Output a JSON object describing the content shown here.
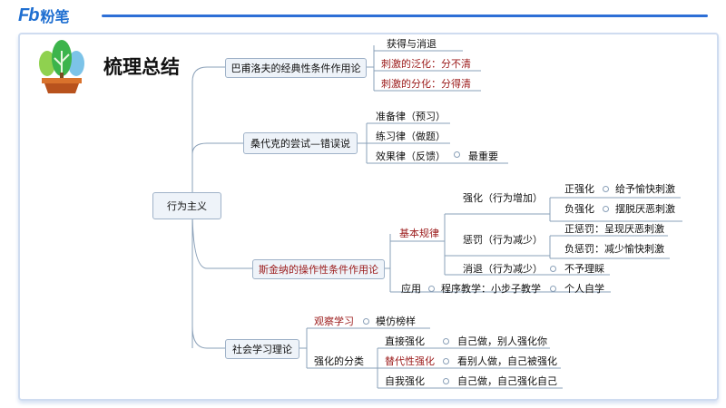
{
  "brand": {
    "logo_text": "Fb",
    "name": "粉笔"
  },
  "title": "梳理总结",
  "root": "行为主义",
  "branches": {
    "pavlov": {
      "label": "巴甫洛夫的经典性条件作用论",
      "items": [
        "获得与消退",
        "刺激的泛化：分不清",
        "刺激的分化：分得清"
      ]
    },
    "thorndike": {
      "label": "桑代克的尝试—错误说",
      "items": [
        "准备律（预习）",
        "练习律（做题）",
        "效果律（反馈）"
      ],
      "effect_note": "最重要"
    },
    "skinner": {
      "label": "斯金纳的操作性条件作用论",
      "basic": "基本规律",
      "reinforce": "强化（行为增加）",
      "positive_reinforce": "正强化",
      "positive_reinforce_note": "给予愉快刺激",
      "negative_reinforce": "负强化",
      "negative_reinforce_note": "摆脱厌恶刺激",
      "punish": "惩罚（行为减少）",
      "positive_punish": "正惩罚：呈现厌恶刺激",
      "negative_punish": "负惩罚：减少愉快刺激",
      "extinction": "消退（行为减少）",
      "extinction_note": "不予理睬",
      "application": "应用",
      "programmed": "程序教学：小步子教学",
      "programmed_note": "个人自学"
    },
    "social": {
      "label": "社会学习理论",
      "observe": "观察学习",
      "observe_note": "模仿榜样",
      "reinforce_types": "强化的分类",
      "direct": "直接强化",
      "direct_note": "自己做，别人强化你",
      "vicarious": "替代性强化",
      "vicarious_note": "看别人做，自己被强化",
      "self": "自我强化",
      "self_note": "自己做，自己强化自己"
    }
  },
  "colors": {
    "accent": "#2d6fd6",
    "red_text": "#9b1a1a",
    "line": "#8aa0b8"
  }
}
